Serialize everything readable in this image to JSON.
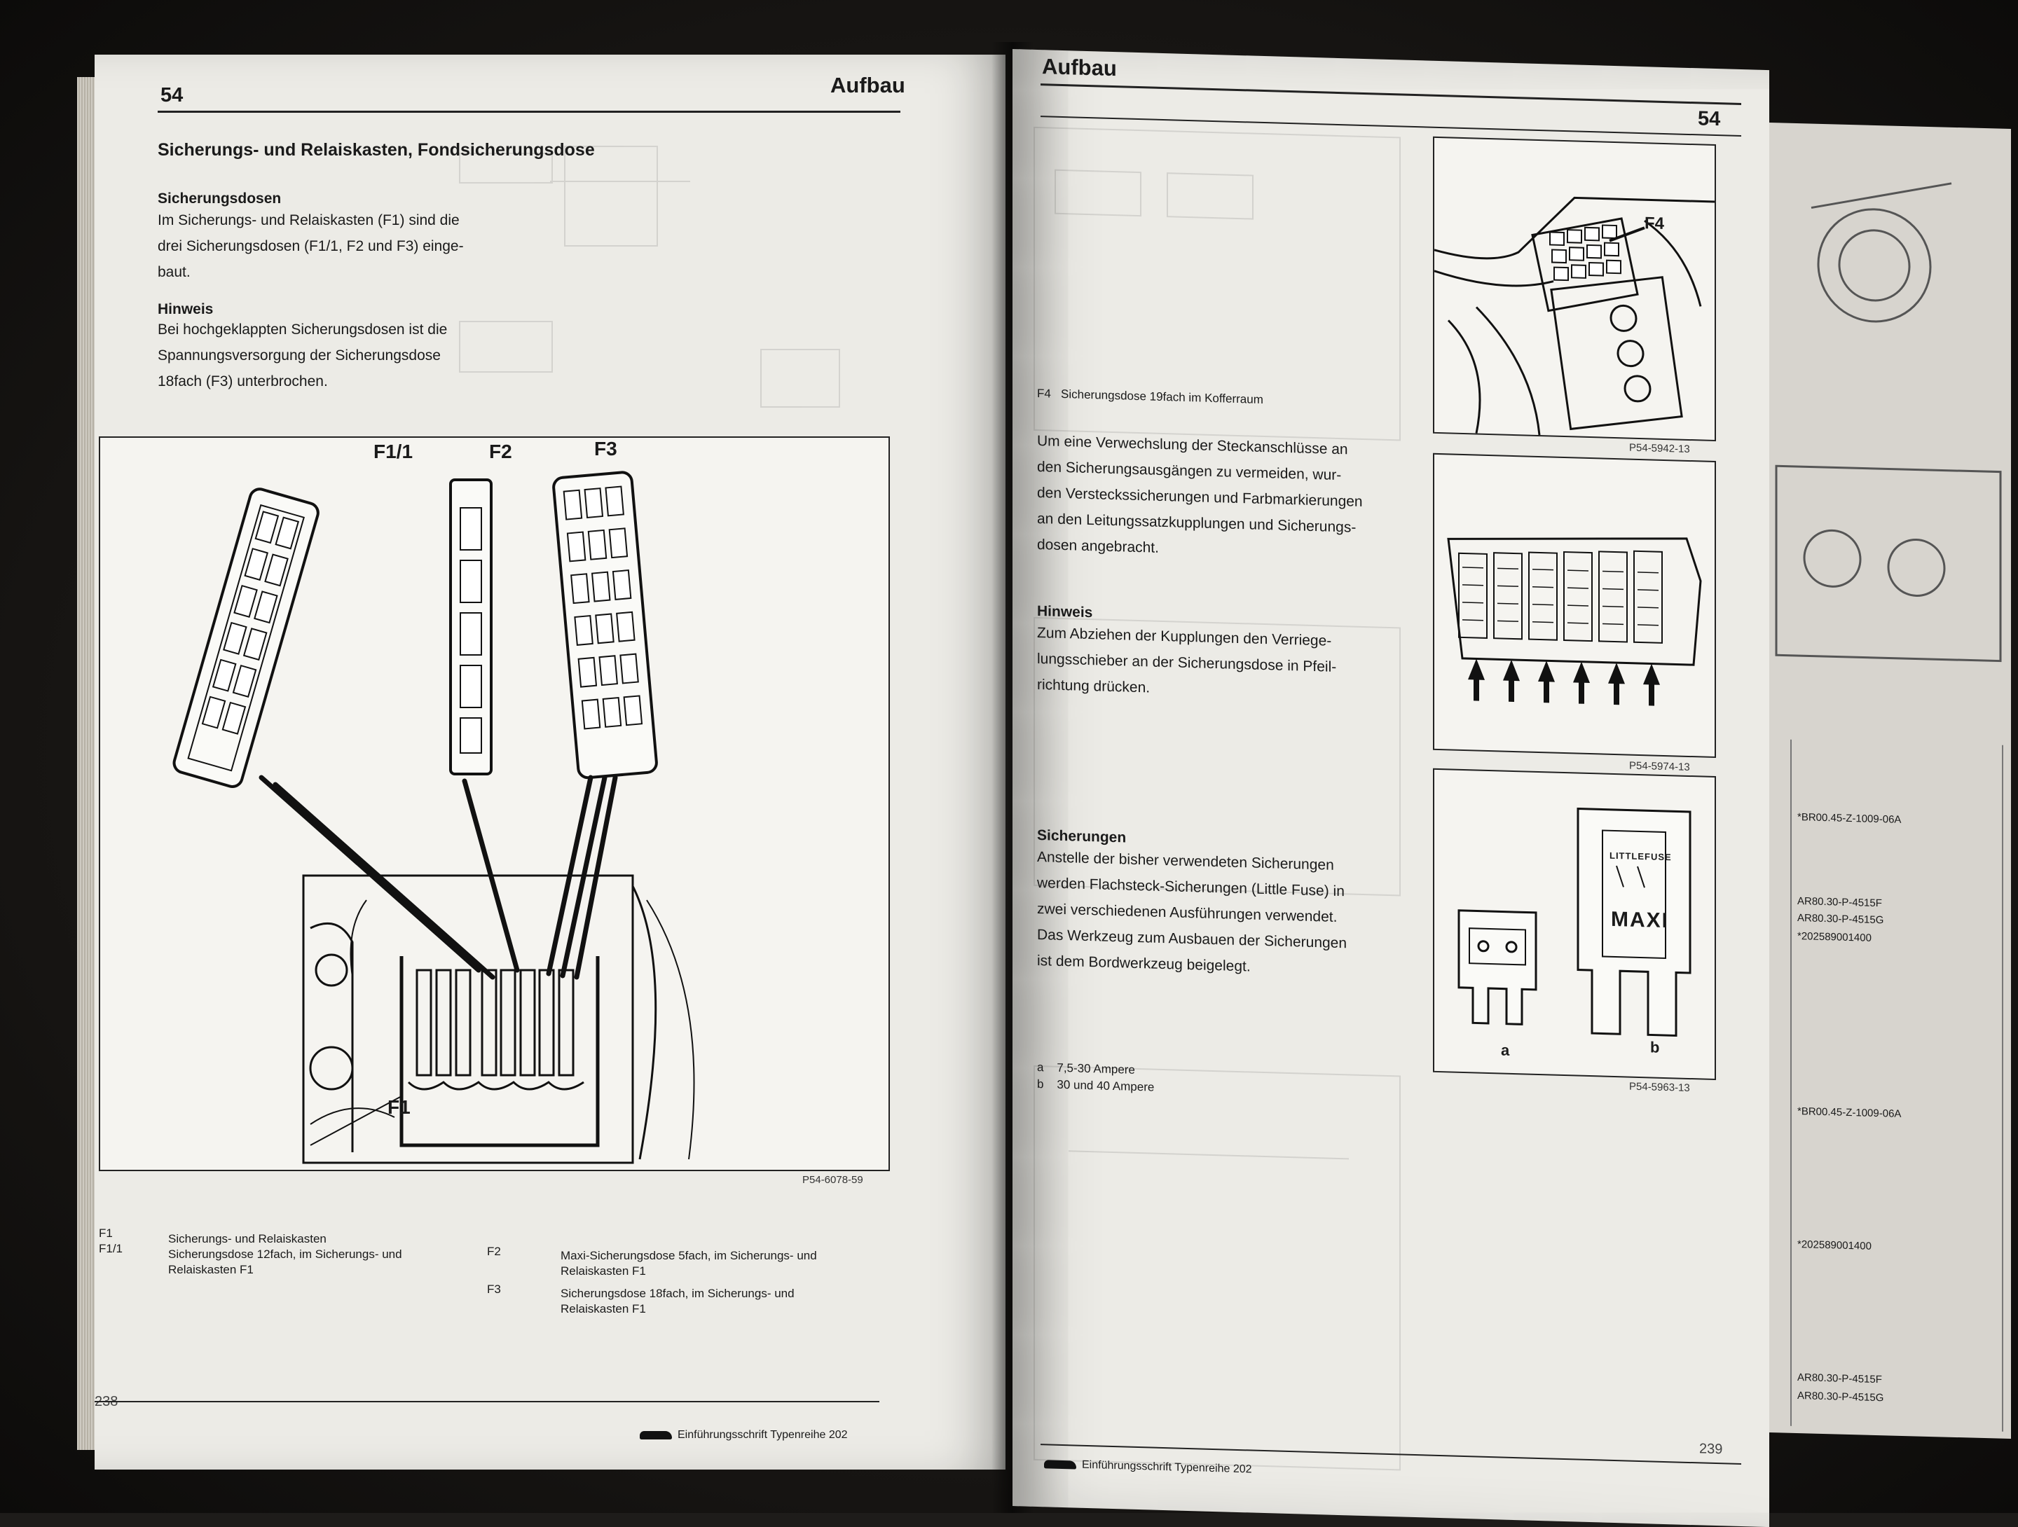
{
  "left_page": {
    "page_number": "54",
    "running_title": "Aufbau",
    "section_title": "Sicherungs- und Relaiskasten, Fondsicherungsdose",
    "subsection_title": "Sicherungsdosen",
    "subsection_text": [
      "Im Sicherungs- und Relaiskasten (F1) sind die",
      "drei Sicherungsdosen (F1/1, F2 und F3) einge-",
      "baut."
    ],
    "hint_title": "Hinweis",
    "hint_text": [
      "Bei hochgeklappten Sicherungsdosen ist die",
      "Spannungsversorgung der Sicherungsdose",
      "18fach (F3) unterbrochen."
    ],
    "figure": {
      "labels": {
        "f11": "F1/1",
        "f2": "F2",
        "f3": "F3",
        "f1": "F1"
      },
      "code": "P54-6078-59"
    },
    "legend": [
      {
        "code": "F1",
        "text": "Sicherungs- und Relaiskasten"
      },
      {
        "code": "F1/1",
        "text": [
          "Sicherungsdose 12fach, im Sicherungs- und",
          "Relaiskasten F1"
        ]
      },
      {
        "code": "F2",
        "text": [
          "Maxi-Sicherungsdose 5fach, im Sicherungs- und",
          "Relaiskasten F1"
        ]
      },
      {
        "code": "F3",
        "text": [
          "Sicherungsdose 18fach, im Sicherungs- und",
          "Relaiskasten F1"
        ]
      }
    ],
    "folio": "238",
    "footer": "Einführungsschrift Typenreihe 202"
  },
  "right_page": {
    "running_title": "Aufbau",
    "page_number": "54",
    "fig1": {
      "label": "F4",
      "caption_code": "F4",
      "caption": "Sicherungsdose 19fach im Kofferraum",
      "code": "P54-5942-13"
    },
    "body_text": [
      "Um eine Verwechslung der Steckanschlüsse an",
      "den Sicherungsausgängen zu vermeiden, wur-",
      "den Versteckssicherungen und Farbmarkierungen",
      "an den Leitungssatzkupplungen und Sicherungs-",
      "dosen angebracht."
    ],
    "hint_title": "Hinweis",
    "hint_text": [
      "Zum Abziehen der Kupplungen den Verriege-",
      "lungsschieber an der Sicherungsdose in Pfeil-",
      "richtung drücken."
    ],
    "fig2": {
      "code": "P54-5974-13"
    },
    "fuses_title": "Sicherungen",
    "fuses_text": [
      "Anstelle der bisher verwendeten Sicherungen",
      "werden Flachsteck-Sicherungen (Little Fuse) in",
      "zwei verschiedenen Ausführungen verwendet.",
      "Das Werkzeug zum Ausbauen der Sicherungen",
      "ist dem Bordwerkzeug beigelegt."
    ],
    "fig3": {
      "label_a": "a",
      "label_b": "b",
      "maxi_text": "MAXI",
      "brand_text": "LITTLEFUSE",
      "code": "P54-5963-13"
    },
    "fig3_legend": [
      {
        "code": "a",
        "text": "7,5-30 Ampere"
      },
      {
        "code": "b",
        "text": "30 und 40 Ampere"
      }
    ],
    "folio": "239",
    "footer": "Einführungsschrift Typenreihe 202"
  },
  "side_sheet": {
    "entries": [
      "*BR00.45-Z-1009-06A",
      "AR80.30-P-4515F",
      "AR80.30-P-4515G",
      "*202589001400",
      "*BR00.45-Z-1009-06A",
      "*202589001400",
      "AR80.30-P-4515F",
      "AR80.30-P-4515G"
    ]
  }
}
